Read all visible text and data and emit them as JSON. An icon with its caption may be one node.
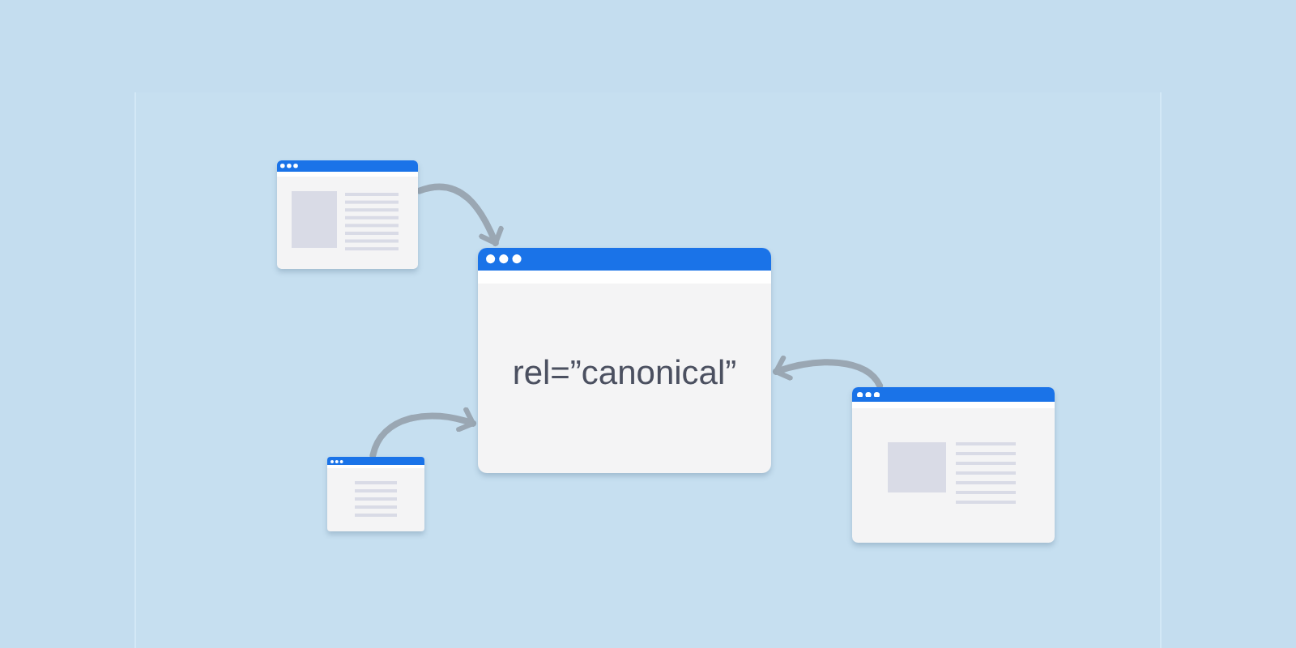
{
  "diagram": {
    "nodes": [
      {
        "text": [],
        "shape": "window"
      },
      {
        "text": [
          "rel=”canonical”"
        ]
      },
      {
        "text": [],
        "shape": "window"
      },
      {
        "text": [],
        "shape": "window"
      }
    ],
    "edges": [
      {
        "from": 0,
        "to": 1,
        "arrow": "to"
      },
      {
        "from": 2,
        "to": 1,
        "arrow": "to"
      },
      {
        "from": 3,
        "to": 1,
        "arrow": "to"
      }
    ]
  }
}
